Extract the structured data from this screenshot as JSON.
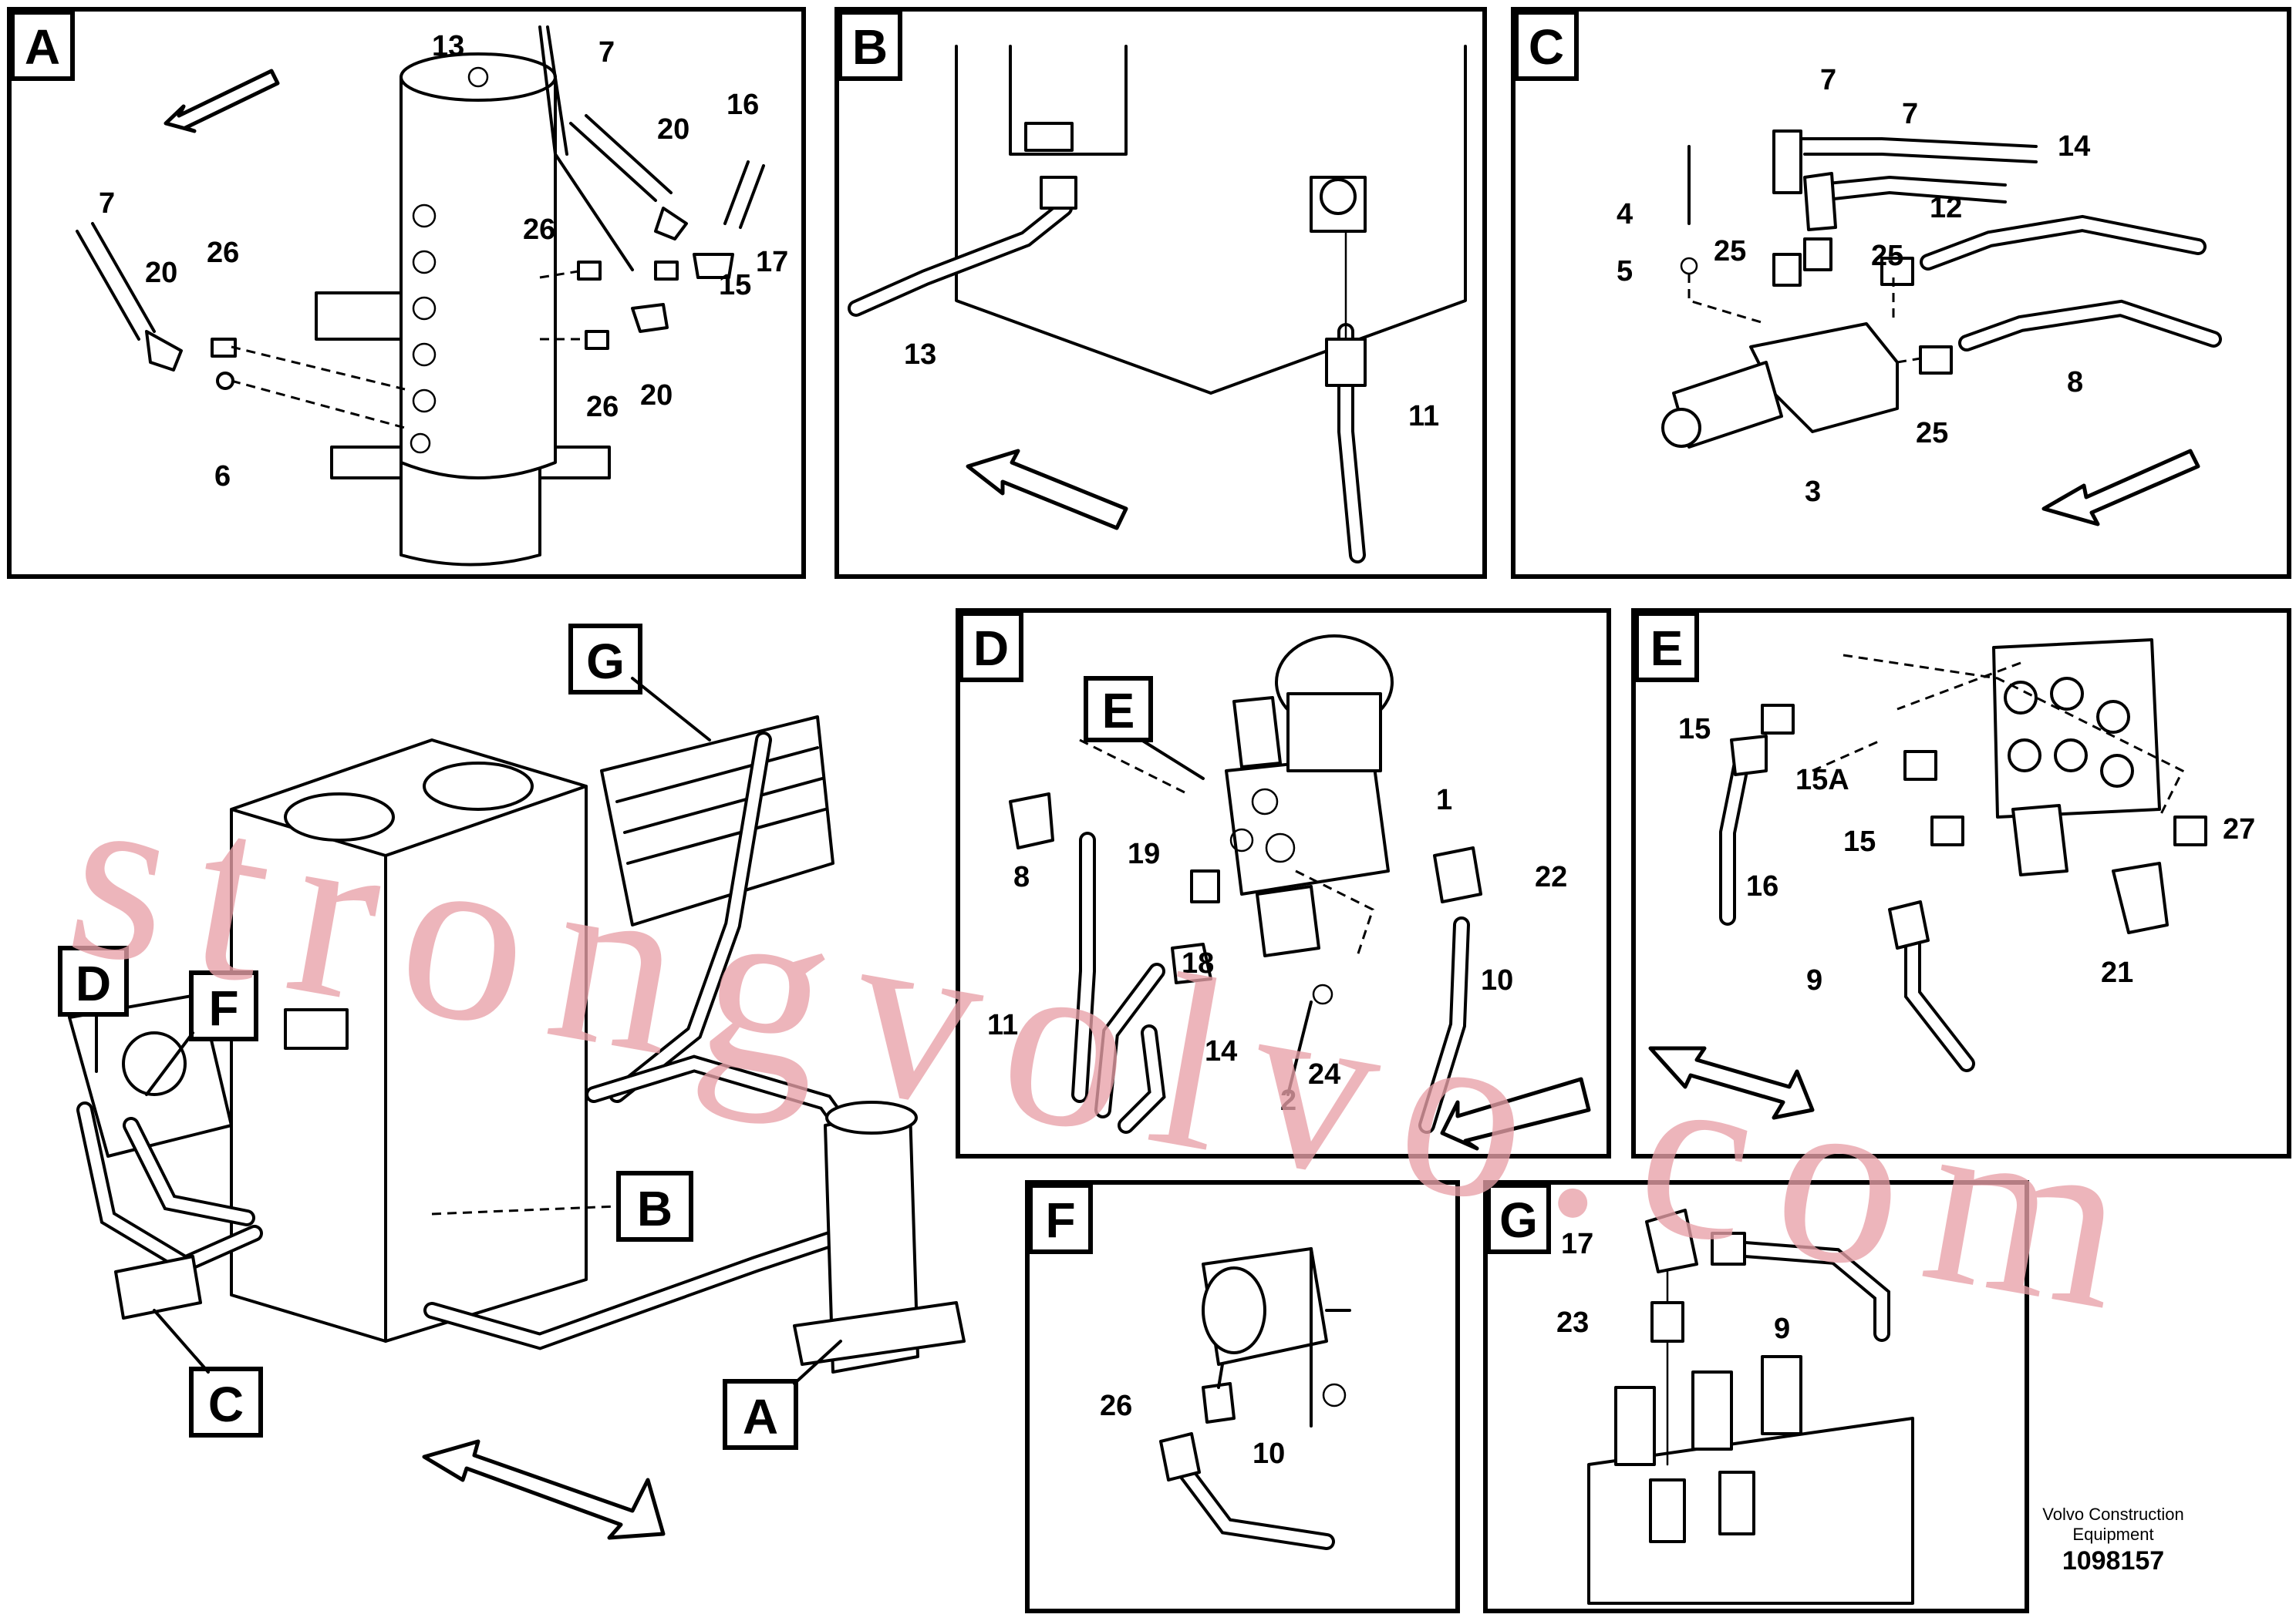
{
  "panels": {
    "A": {
      "label": "A",
      "callouts": [
        "13",
        "7",
        "20",
        "16",
        "7",
        "20",
        "26",
        "26",
        "17",
        "15",
        "6",
        "26",
        "20"
      ]
    },
    "B": {
      "label": "B",
      "callouts": [
        "13",
        "11"
      ]
    },
    "C": {
      "label": "C",
      "callouts": [
        "7",
        "7",
        "14",
        "4",
        "12",
        "5",
        "25",
        "25",
        "25",
        "8",
        "3"
      ]
    },
    "D": {
      "label": "D",
      "callouts": [
        "E",
        "1",
        "8",
        "19",
        "22",
        "18",
        "10",
        "11",
        "14",
        "24",
        "2"
      ]
    },
    "E": {
      "label": "E",
      "callouts": [
        "15",
        "15A",
        "15",
        "27",
        "16",
        "9",
        "21"
      ]
    },
    "F": {
      "label": "F",
      "callouts": [
        "26",
        "10"
      ]
    },
    "G": {
      "label": "G",
      "callouts": [
        "17",
        "23",
        "9"
      ]
    }
  },
  "overview_tags": [
    "G",
    "D",
    "F",
    "B",
    "C",
    "A"
  ],
  "brand": {
    "line1": "Volvo Construction",
    "line2": "Equipment"
  },
  "part_number": "1098157",
  "watermark": "strongvolvo.com"
}
